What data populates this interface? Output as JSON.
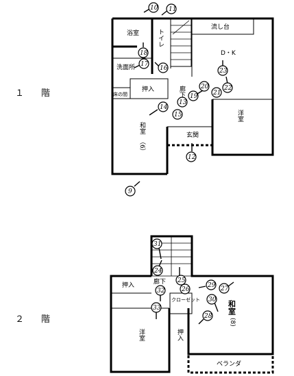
{
  "floors": {
    "first": "１　階",
    "second": "２　階"
  },
  "rooms1": {
    "bath": "浴室",
    "toilet": "トイレ",
    "sink": "流し台",
    "dk": "D・K",
    "washroom": "洗面所",
    "closet": "押入",
    "tokonoma": "床の間",
    "hall": "廊下",
    "west": "洋室",
    "japanese": "和室",
    "japanese_size": "（6）",
    "entrance": "玄関"
  },
  "rooms2": {
    "closet_left": "押入",
    "hall": "廊下",
    "closet_wardrobe": "クローゼット",
    "japanese": "和室",
    "japanese_size": "(8)",
    "west": "洋室",
    "closet_small": "押入",
    "veranda": "ベランダ"
  },
  "markers": [
    "10",
    "11",
    "18",
    "17",
    "16",
    "20",
    "19",
    "21",
    "22",
    "23",
    "13",
    "14",
    "15",
    "12",
    "9",
    "31",
    "24",
    "25",
    "26",
    "29",
    "27",
    "32",
    "30",
    "33",
    "28"
  ]
}
